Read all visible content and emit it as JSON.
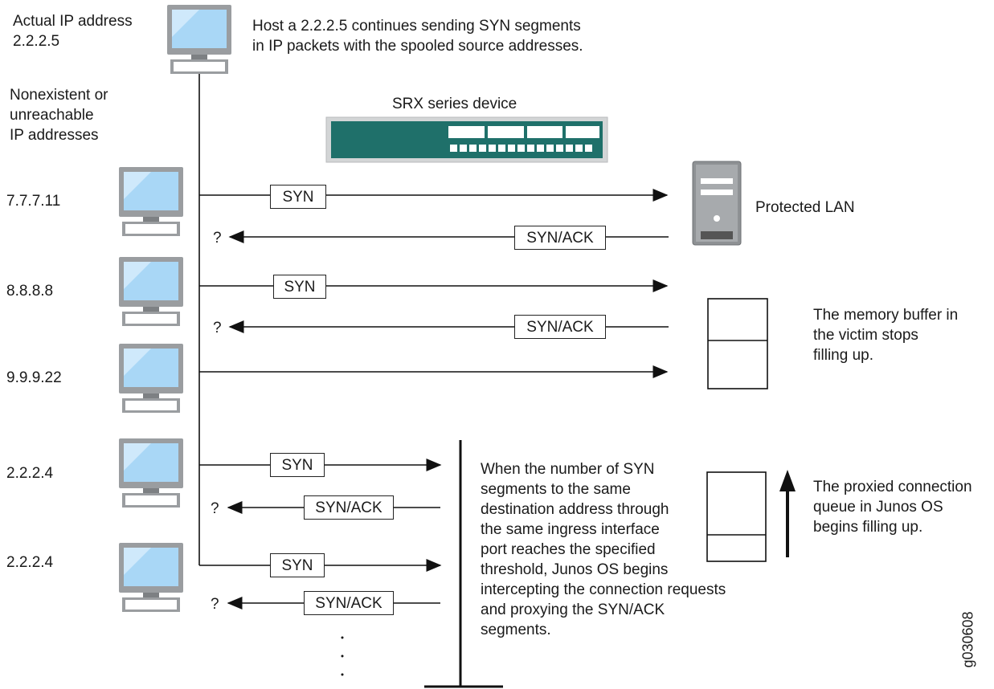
{
  "host": {
    "ip_label": "Actual IP address\n2.2.2.5",
    "description": "Host a 2.2.2.5 continues sending SYN segments\nin IP packets with the spooled source addresses."
  },
  "spoofed_header": "Nonexistent or\nunreachable\nIP addresses",
  "device_label": "SRX series device",
  "hosts": [
    {
      "ip": "7.7.7.11"
    },
    {
      "ip": "8.8.8.8"
    },
    {
      "ip": "9.9.9.22"
    },
    {
      "ip": "2.2.2.4"
    },
    {
      "ip": "2.2.2.4"
    }
  ],
  "segments": {
    "syn": "SYN",
    "synack": "SYN/ACK",
    "unknown": "?"
  },
  "protected_lan_label": "Protected LAN",
  "memory_note": "The memory buffer in\nthe victim stops\nfilling up.",
  "junos_note": "When the number of SYN\nsegments to the same\ndestination address through\nthe same ingress interface\nport reaches the specified\nthreshold, Junos OS begins\nintercepting the connection requests\nand proxying the SYN/ACK\nsegments.",
  "queue_note": "The proxied connection\nqueue in Junos OS\nbegins filling up.",
  "figure_id": "g030608",
  "continuation": ". . ."
}
